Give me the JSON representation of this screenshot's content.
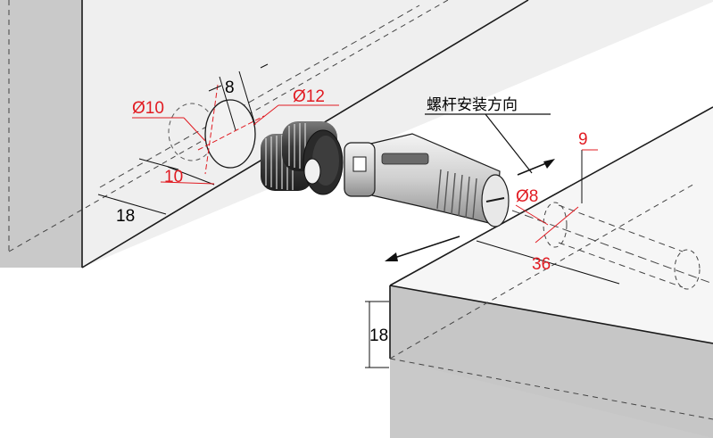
{
  "labels": {
    "dia_10": "Ø10",
    "dia_12": "Ø12",
    "dia_8": "Ø8",
    "dim_8": "8",
    "dim_10": "10",
    "dim_18_top": "18",
    "dim_9": "9",
    "dim_36": "36",
    "dim_18_side": "18",
    "install_direction": "螺杆安装方向"
  },
  "colors": {
    "panel_face": "#efefef",
    "panel_side": "#c9c9c9",
    "panel_top": "#f6f6f6",
    "dimension_red": "#e11b22",
    "line": "#1a1a1a"
  }
}
